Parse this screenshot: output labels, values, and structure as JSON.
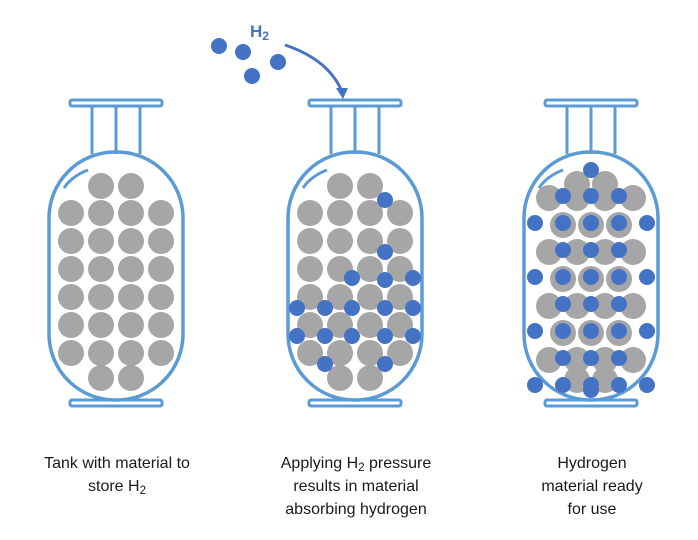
{
  "h2_label": {
    "base": "H",
    "sub": "2"
  },
  "colors": {
    "tank_outline": "#5b9bd5",
    "material": "#a6a6a6",
    "hydrogen": "#4472c4",
    "text": "#1a1a1a"
  },
  "panels": [
    {
      "state": "material only",
      "caption": [
        {
          "text": "Tank with material to",
          "sub": "",
          "after": ""
        },
        {
          "text": "store H",
          "sub": "2",
          "after": ""
        }
      ]
    },
    {
      "state": "absorbing hydrogen",
      "caption": [
        {
          "text": "Applying H",
          "sub": "2",
          "after": " pressure"
        },
        {
          "text": "results in material",
          "sub": "",
          "after": ""
        },
        {
          "text": "absorbing hydrogen",
          "sub": "",
          "after": ""
        }
      ]
    },
    {
      "state": "fully loaded",
      "caption": [
        {
          "text": "Hydrogen",
          "sub": "",
          "after": ""
        },
        {
          "text": "material ready",
          "sub": "",
          "after": ""
        },
        {
          "text": "for use",
          "sub": "",
          "after": ""
        }
      ]
    }
  ]
}
